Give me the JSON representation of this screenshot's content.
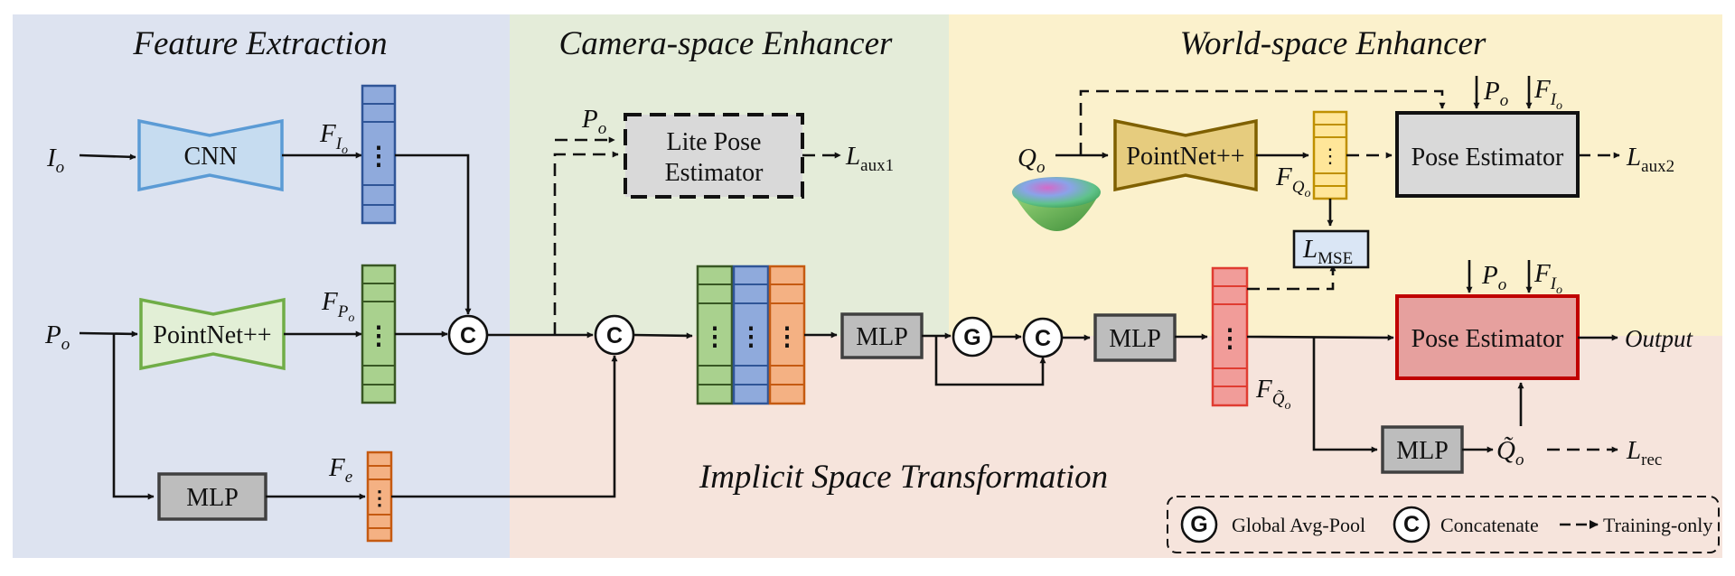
{
  "regions": {
    "feature_extraction": "Feature Extraction",
    "camera_enhancer": "Camera-space Enhancer",
    "world_enhancer": "World-space Enhancer",
    "implicit_transform": "Implicit Space Transformation"
  },
  "modules": {
    "cnn": "CNN",
    "pointnet_left": "PointNet++",
    "mlp_fe": "MLP",
    "lite_pose_line1": "Lite Pose",
    "lite_pose_line2": "Estimator",
    "mlp_main": "MLP",
    "mlp_second": "MLP",
    "pointnet_world": "PointNet++",
    "pose_est_top": "Pose Estimator",
    "pose_est_main": "Pose Estimator",
    "mlp_rec": "MLP"
  },
  "ops": {
    "concat": "C",
    "gap": "G"
  },
  "symbols": {
    "I": "I",
    "P": "P",
    "F": "F",
    "Q": "Q",
    "L": "L",
    "tilde_Q": "Q̃",
    "o": "o",
    "e": "e",
    "dots": "⋮",
    "aux1": "aux1",
    "aux2": "aux2",
    "mse": "MSE",
    "rec": "rec"
  },
  "output_label": "Output",
  "legend": {
    "gap_label": "Global Avg-Pool",
    "concat_label": "Concatenate",
    "training_label": "Training-only"
  },
  "colors": {
    "bg_feature": "#dde3f0",
    "bg_camera": "#e4ecd9",
    "bg_world": "#fbf1cc",
    "bg_implicit": "#f6e4dc",
    "cnn_fill": "#c6dcf0",
    "cnn_stroke": "#5b9bd5",
    "pointnet_fill": "#e2efd6",
    "pointnet_stroke": "#70ad47",
    "gray_fill": "#bdbdbd",
    "gray_stroke": "#404040",
    "blue_vec": "#8faadc",
    "green_vec": "#a9d18e",
    "orange_vec": "#f4b183",
    "red_vec": "#f19c99",
    "yellow_vec": "#ffe699",
    "red_fill": "#e6a09e",
    "red_stroke": "#c00000",
    "gold_fill": "#e6cc7e",
    "gold_stroke": "#7f6000"
  }
}
